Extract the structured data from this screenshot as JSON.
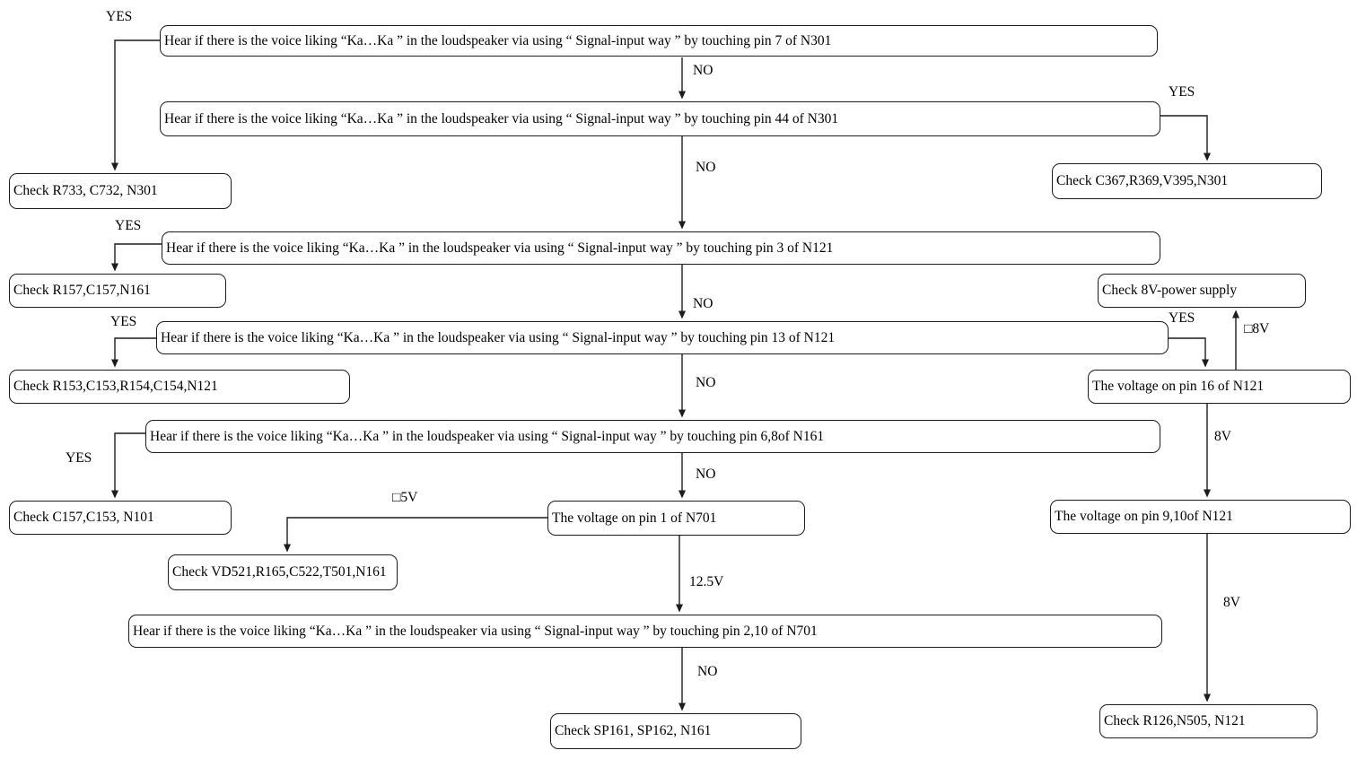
{
  "nodes": {
    "q1": "Hear if there is the voice liking “Ka…Ka ” in the loudspeaker via using “ Signal-input way ” by touching pin 7 of N301",
    "q2": "Hear if there is the voice liking “Ka…Ka ” in the loudspeaker via using “ Signal-input way ” by touching pin 44 of N301",
    "q3": "Hear if there is the voice liking “Ka…Ka ” in the loudspeaker via using “ Signal-input way ” by touching pin 3 of N121",
    "q4": "Hear if there is the voice liking “Ka…Ka ” in the loudspeaker via using “ Signal-input way ” by touching pin 13 of N121",
    "q5": "Hear if there is the voice liking “Ka…Ka ” in the loudspeaker via using “ Signal-input way ” by touching pin 6,8of N161",
    "q7": "Hear if there is the voice liking “Ka…Ka ” in the loudspeaker via using “ Signal-input way ” by touching pin 2,10 of N701",
    "check_r733": "Check R733, C732, N301",
    "check_c367": "Check C367,R369,V395,N301",
    "check_r157": "Check R157,C157,N161",
    "check_8v_supply": "Check 8V-power supply",
    "check_r153": "Check R153,C153,R154,C154,N121",
    "voltage_pin16": "The voltage on pin 16 of N121",
    "check_c157": "Check C157,C153, N101",
    "voltage_pin1_n701": "The voltage on pin 1 of N701",
    "check_vd521": "Check VD521,R165,C522,T501,N161",
    "voltage_pin910": "The voltage on pin 9,10of N121",
    "check_sp161": "Check SP161, SP162, N161",
    "check_r126": "Check R126,N505, N121"
  },
  "labels": {
    "yes": "YES",
    "no": "NO",
    "not_8v": "□8V",
    "v8": "8V",
    "not_5v": "□5V",
    "v12_5": "12.5V"
  },
  "colors": {
    "line": "#1c1c1c",
    "background": "#ffffff",
    "text": "#000000"
  }
}
